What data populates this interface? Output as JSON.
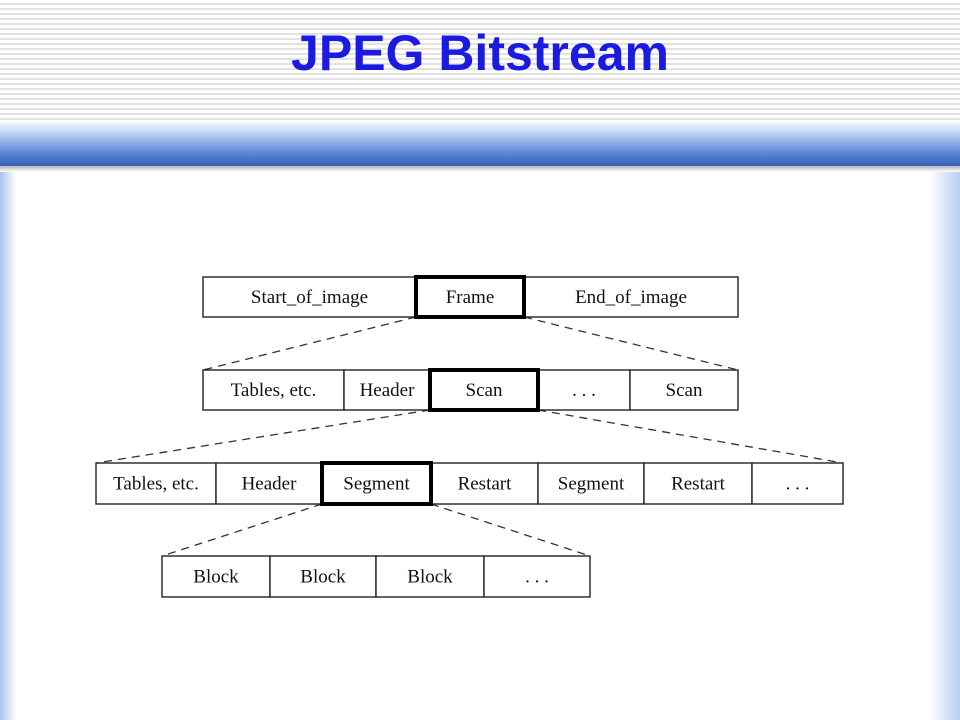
{
  "title": "JPEG Bitstream",
  "levels": [
    {
      "cells": [
        {
          "label": "Start_of_image",
          "highlight": false
        },
        {
          "label": "Frame",
          "highlight": true
        },
        {
          "label": "End_of_image",
          "highlight": false
        }
      ]
    },
    {
      "cells": [
        {
          "label": "Tables, etc.",
          "highlight": false
        },
        {
          "label": "Header",
          "highlight": false
        },
        {
          "label": "Scan",
          "highlight": true
        },
        {
          "label": ". . .",
          "highlight": false
        },
        {
          "label": "Scan",
          "highlight": false
        }
      ]
    },
    {
      "cells": [
        {
          "label": "Tables, etc.",
          "highlight": false
        },
        {
          "label": "Header",
          "highlight": false
        },
        {
          "label": "Segment",
          "highlight": true
        },
        {
          "label": "Restart",
          "highlight": false
        },
        {
          "label": "Segment",
          "highlight": false
        },
        {
          "label": "Restart",
          "highlight": false
        },
        {
          "label": ". . .",
          "highlight": false
        }
      ]
    },
    {
      "cells": [
        {
          "label": "Block",
          "highlight": false
        },
        {
          "label": "Block",
          "highlight": false
        },
        {
          "label": "Block",
          "highlight": false
        },
        {
          "label": ". . .",
          "highlight": false
        }
      ]
    }
  ]
}
